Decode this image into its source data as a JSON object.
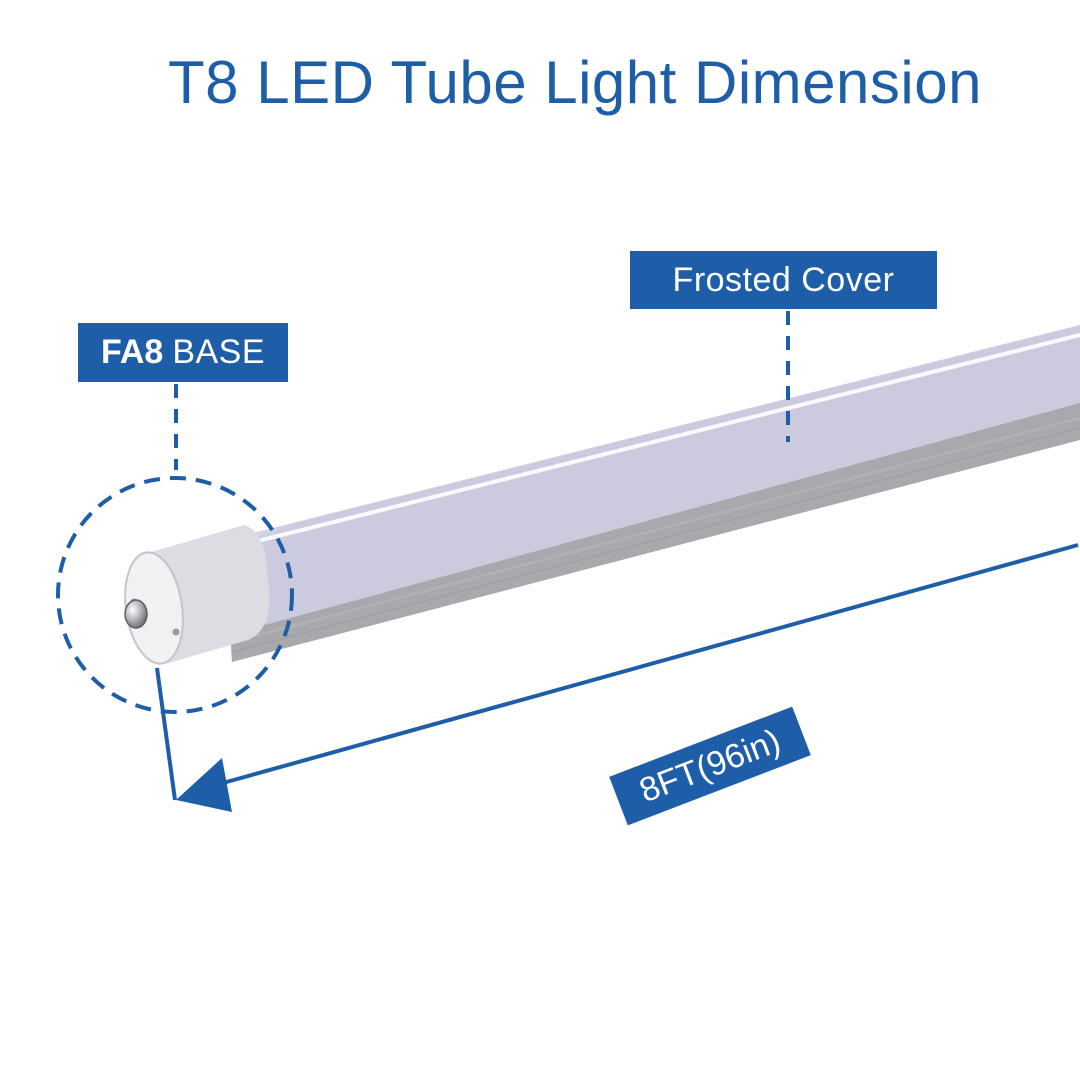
{
  "title": "T8 LED Tube Light Dimension",
  "labels": {
    "base_bold": "FA8",
    "base_text": "BASE",
    "cover": "Frosted Cover",
    "length": "8FT(96in)"
  },
  "colors": {
    "accent": "#1e5ea8",
    "text_on_accent": "#ffffff",
    "background": "#ffffff"
  }
}
